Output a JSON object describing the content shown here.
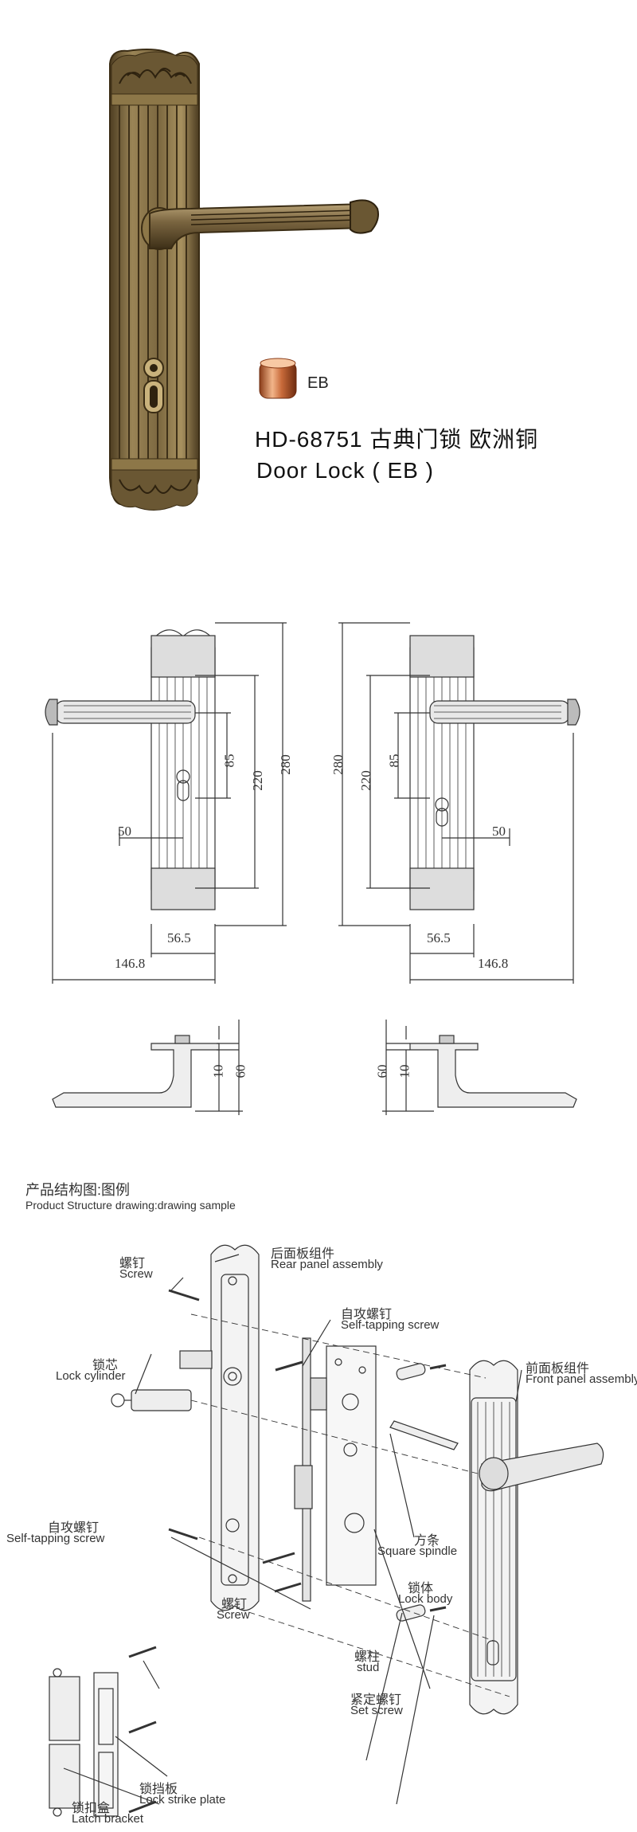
{
  "product": {
    "model_line": "HD-68751  古典门锁  欧洲铜",
    "name_line": "Door Lock ( EB )",
    "finish_code": "EB",
    "colors": {
      "bronze_dark": "#5b4a2c",
      "bronze_mid": "#8a7448",
      "bronze_light": "#b8a276",
      "copper": "#c86a3a",
      "copper_light": "#f2b58a"
    }
  },
  "drawing": {
    "front_dims": {
      "d280": "280",
      "d220": "220",
      "d85": "85",
      "d50": "50",
      "d56": "56.5",
      "d146": "146.8"
    },
    "side_dims": {
      "d10": "10",
      "d60": "60"
    }
  },
  "structure": {
    "title_cn": "产品结构图:图例",
    "title_en": "Product Structure drawing:drawing sample",
    "labels": [
      {
        "cn": "螺钉",
        "en": "Screw"
      },
      {
        "cn": "后面板组件",
        "en": "Rear panel assembly"
      },
      {
        "cn": "自攻螺钉",
        "en": "Self-tapping screw"
      },
      {
        "cn": "锁芯",
        "en": "Lock cylinder"
      },
      {
        "cn": "前面板组件",
        "en": "Front panel assembly"
      },
      {
        "cn": "方条",
        "en": "Square spindle"
      },
      {
        "cn": "自攻螺钉",
        "en": "Self-tapping screw"
      },
      {
        "cn": "螺钉",
        "en": "Screw"
      },
      {
        "cn": "锁体",
        "en": "Lock body"
      },
      {
        "cn": "螺柱",
        "en": "stud"
      },
      {
        "cn": "紧定螺钉",
        "en": "Set screw"
      },
      {
        "cn": "锁挡板",
        "en": "Lock strike plate"
      },
      {
        "cn": "锁扣盒",
        "en": "Latch bracket"
      }
    ]
  }
}
